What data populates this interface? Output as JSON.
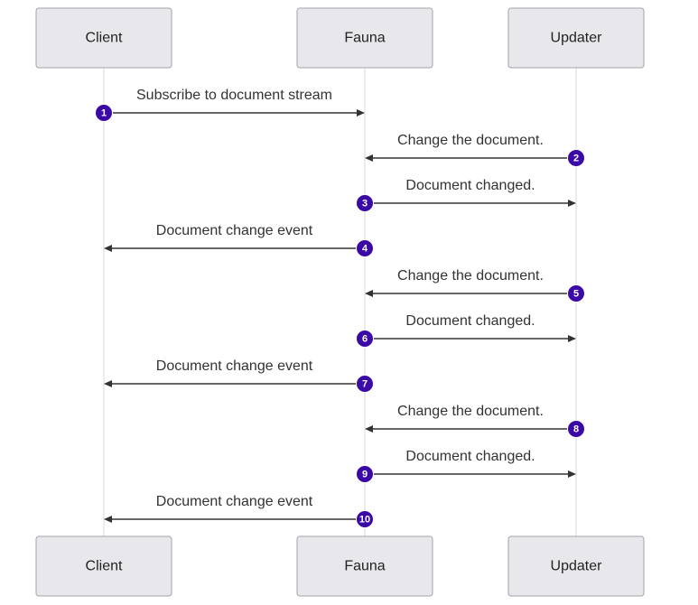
{
  "actors": [
    {
      "id": "client",
      "label": "Client"
    },
    {
      "id": "fauna",
      "label": "Fauna"
    },
    {
      "id": "updater",
      "label": "Updater"
    }
  ],
  "messages": [
    {
      "number": "1",
      "from": "client",
      "to": "fauna",
      "text": "Subscribe to document stream"
    },
    {
      "number": "2",
      "from": "updater",
      "to": "fauna",
      "text": "Change the document."
    },
    {
      "number": "3",
      "from": "fauna",
      "to": "updater",
      "text": "Document changed."
    },
    {
      "number": "4",
      "from": "fauna",
      "to": "client",
      "text": "Document change event"
    },
    {
      "number": "5",
      "from": "updater",
      "to": "fauna",
      "text": "Change the document."
    },
    {
      "number": "6",
      "from": "fauna",
      "to": "updater",
      "text": "Document changed."
    },
    {
      "number": "7",
      "from": "fauna",
      "to": "client",
      "text": "Document change event"
    },
    {
      "number": "8",
      "from": "updater",
      "to": "fauna",
      "text": "Change the document."
    },
    {
      "number": "9",
      "from": "fauna",
      "to": "updater",
      "text": "Document changed."
    },
    {
      "number": "10",
      "from": "fauna",
      "to": "client",
      "text": "Document change event"
    }
  ],
  "colors": {
    "badge": "#3b0aa6",
    "actor_fill": "#e8e8ec",
    "actor_border": "#a3a3a8",
    "line": "#333333",
    "lifeline": "#d8d8dc"
  }
}
